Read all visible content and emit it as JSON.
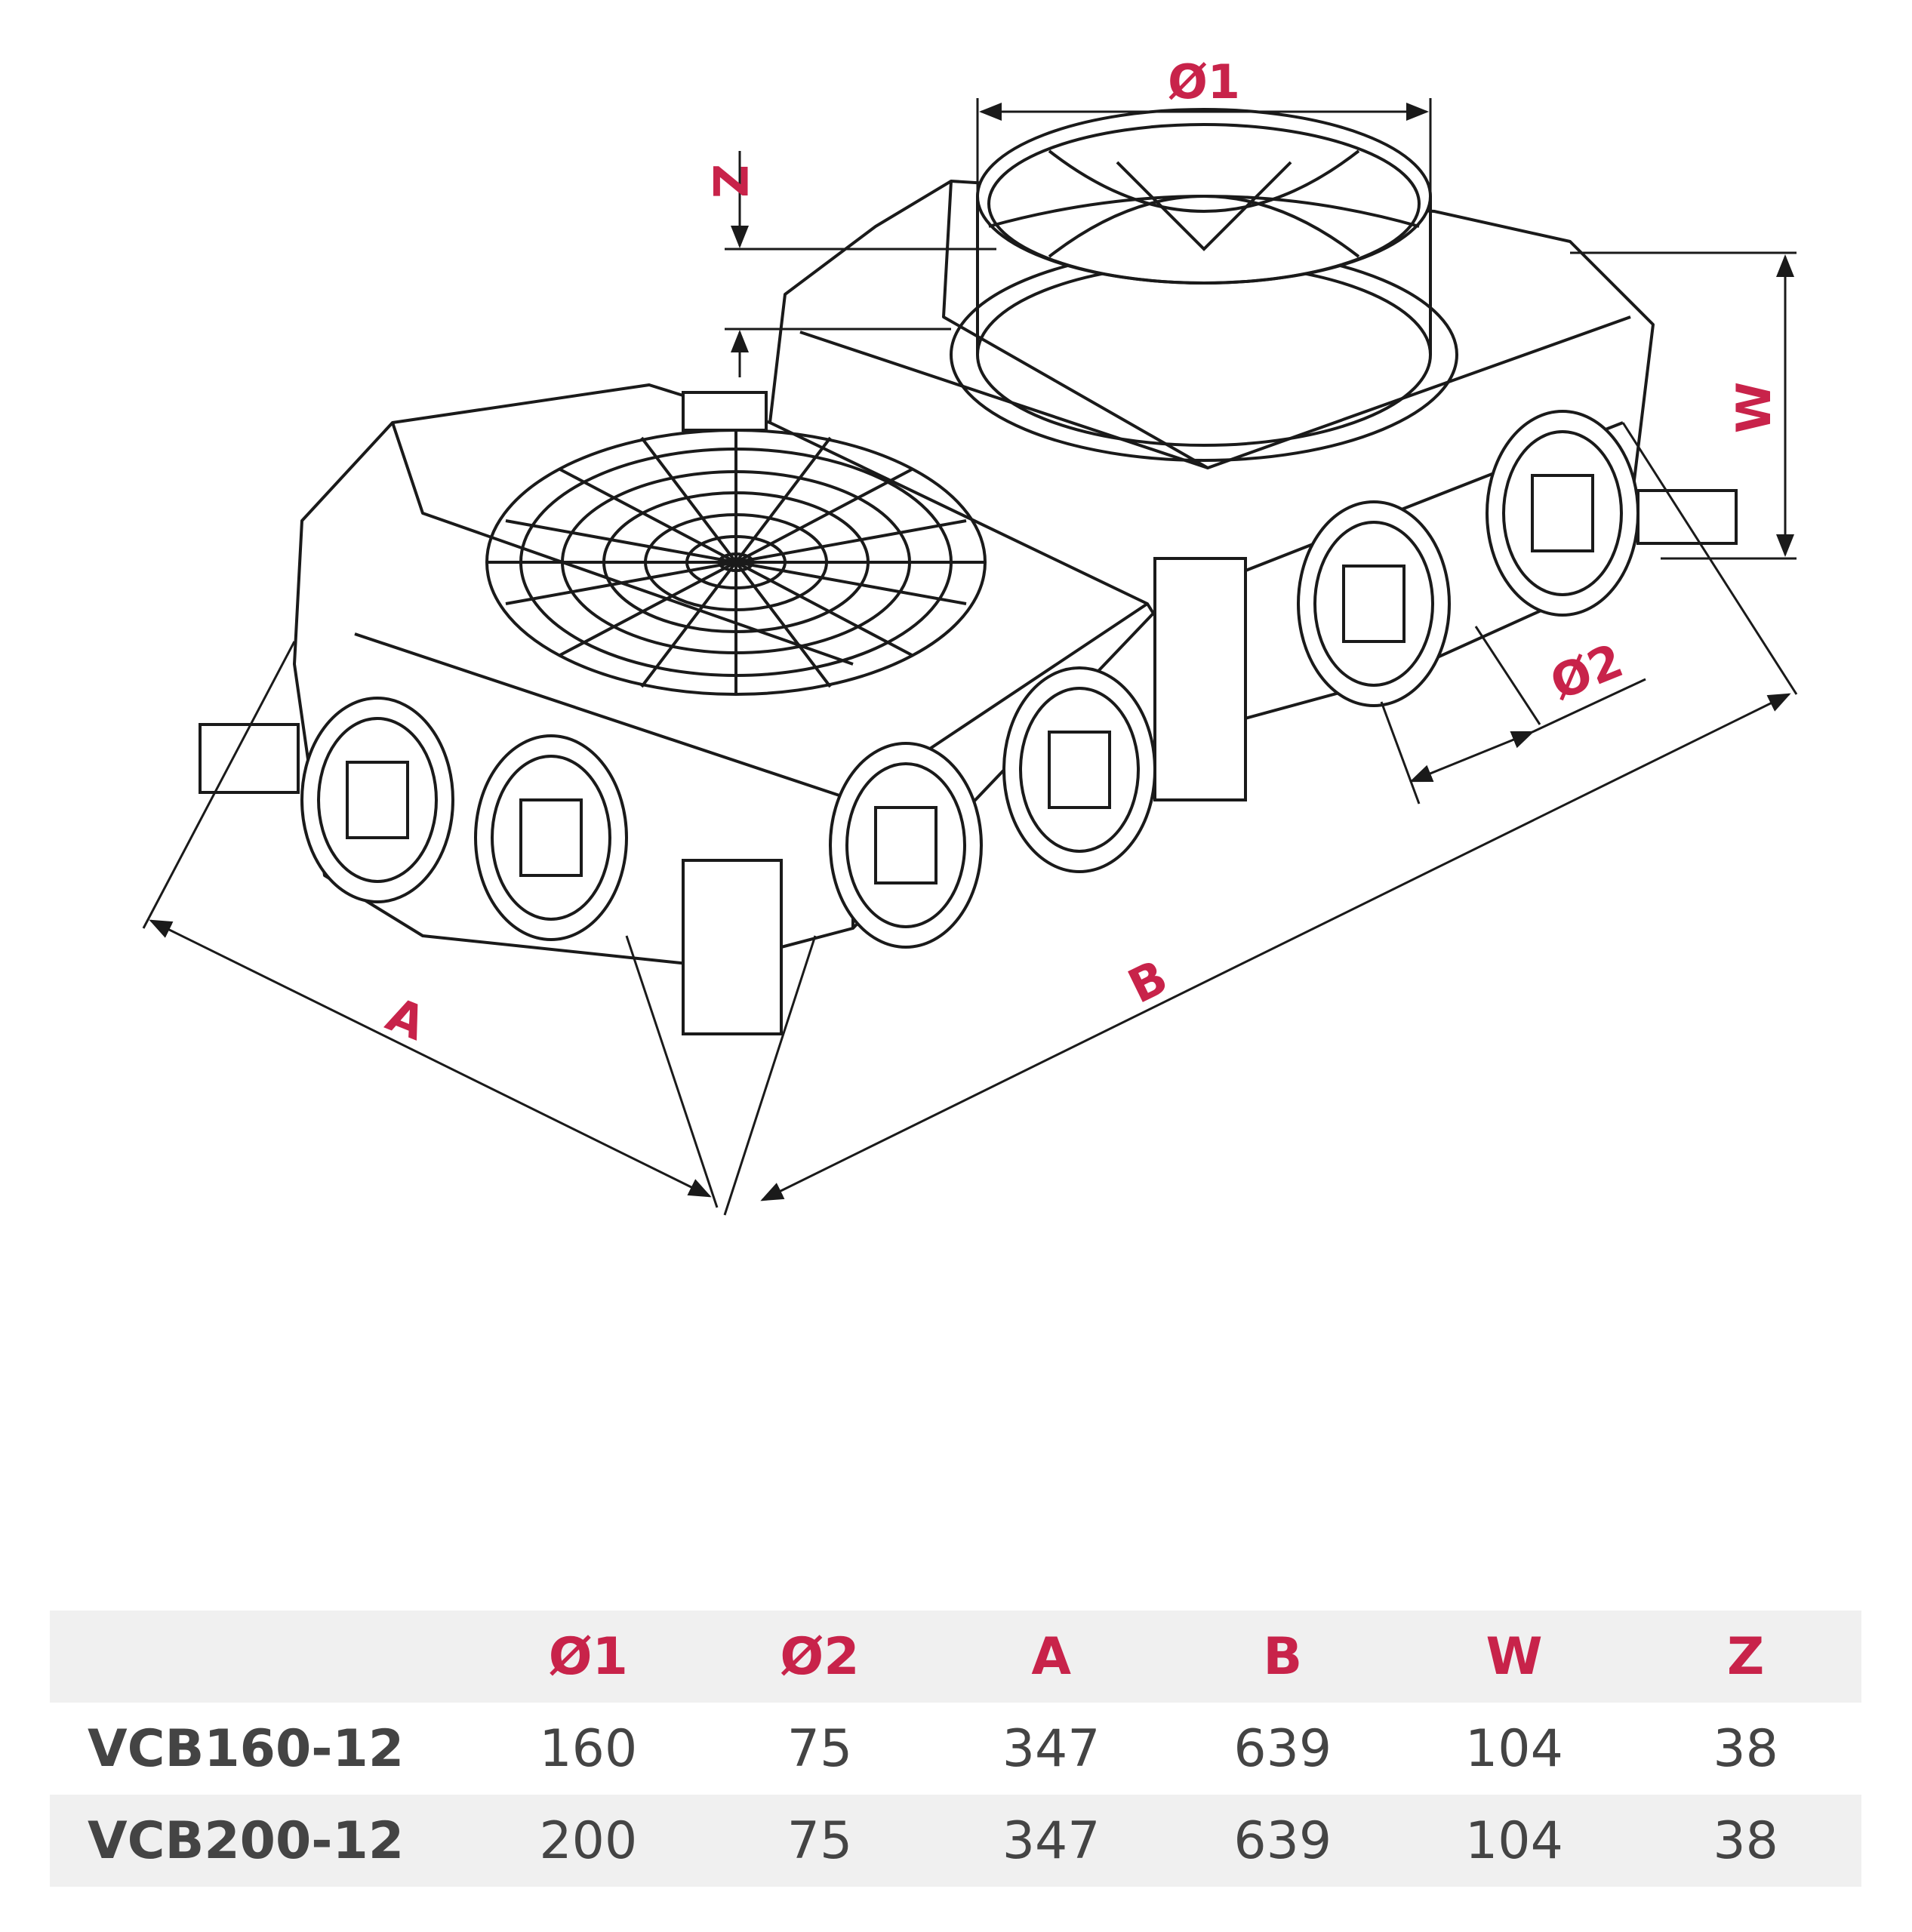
{
  "colors": {
    "accent": "#c8234a",
    "line": "#1a1a1a",
    "text": "#444444",
    "row_band": "#f0f0f0"
  },
  "dimension_labels": {
    "d1": "Ø1",
    "d2": "Ø2",
    "a": "A",
    "b": "B",
    "w": "W",
    "z": "Z"
  },
  "table": {
    "headers": [
      "",
      "Ø1",
      "Ø2",
      "A",
      "B",
      "W",
      "Z"
    ],
    "rows": [
      {
        "model": "VCB160-12",
        "d1": "160",
        "d2": "75",
        "a": "347",
        "b": "639",
        "w": "104",
        "z": "38"
      },
      {
        "model": "VCB200-12",
        "d1": "200",
        "d2": "75",
        "a": "347",
        "b": "639",
        "w": "104",
        "z": "38"
      }
    ]
  }
}
